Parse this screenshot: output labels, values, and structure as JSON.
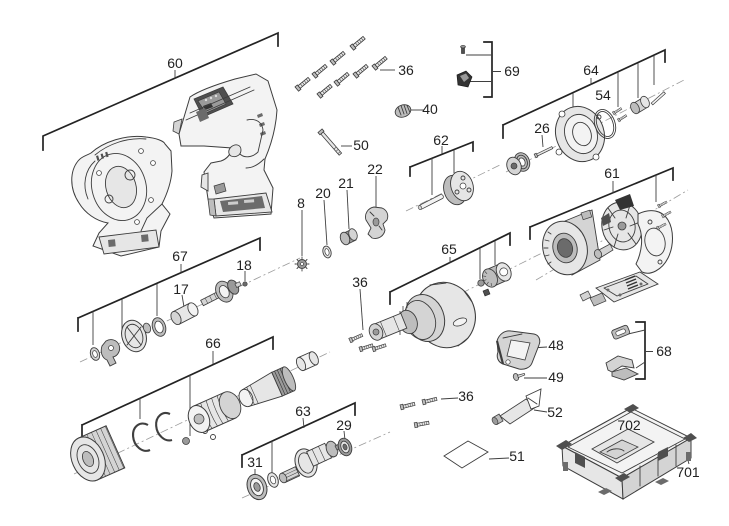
{
  "diagram": {
    "type": "exploded-parts-diagram",
    "subject": "cordless screwdriver power tool exploded view with service part callouts",
    "background_color": "#ffffff",
    "line_color": "#3d3d3d",
    "label_color": "#222222",
    "callouts": {
      "n60": "60",
      "n36_top": "36",
      "n40": "40",
      "n50": "50",
      "n69": "69",
      "n64": "64",
      "n54": "54",
      "n26": "26",
      "n62": "62",
      "n22": "22",
      "n21": "21",
      "n20": "20",
      "n8": "8",
      "n61": "61",
      "n67": "67",
      "n17": "17",
      "n18": "18",
      "n65": "65",
      "n36_mid": "36",
      "n66": "66",
      "n63": "63",
      "n31": "31",
      "n29": "29",
      "n48": "48",
      "n49": "49",
      "n36_right": "36",
      "n52": "52",
      "n51": "51",
      "n68": "68",
      "n702": "702",
      "n701": "701"
    }
  }
}
